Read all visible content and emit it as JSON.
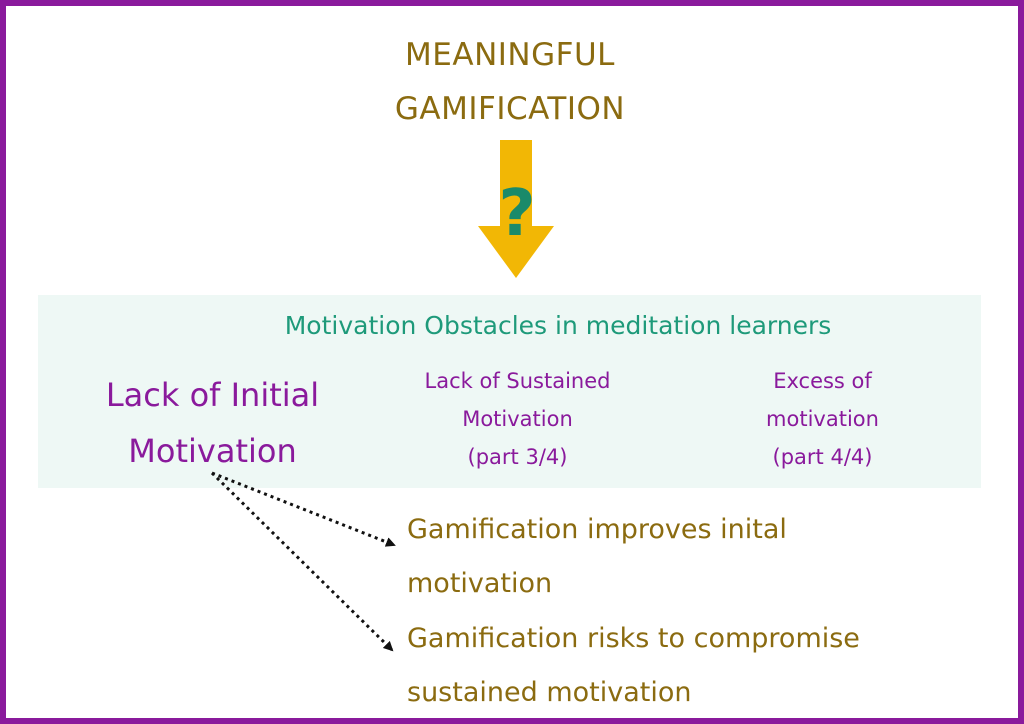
{
  "title": {
    "line1": "MEANINGFUL",
    "line2": "GAMIFICATION"
  },
  "arrow": {
    "icon": "down-arrow-icon",
    "symbol": "?",
    "color": "#f2b705",
    "symbol_color": "#1a8a6a"
  },
  "obstacles": {
    "heading": "Motivation Obstacles in meditation learners",
    "initial": {
      "line1": "Lack of Initial",
      "line2": "Motivation"
    },
    "sustained": {
      "line1": "Lack of Sustained",
      "line2": "Motivation",
      "line3": "(part 3/4)"
    },
    "excess": {
      "line1": "Excess of",
      "line2": "motivation",
      "line3": "(part 4/4)"
    }
  },
  "outcomes": [
    {
      "line1": "Gamification improves inital",
      "line2": "motivation"
    },
    {
      "line1": "Gamification risks to compromise",
      "line2": "sustained motivation"
    }
  ],
  "colors": {
    "frame": "#8a1a9c",
    "title": "#8b6b10",
    "heading": "#1e9a7a",
    "obstacle": "#8a1a9c",
    "panel": "#eef8f5",
    "outcome": "#8b6b10"
  }
}
